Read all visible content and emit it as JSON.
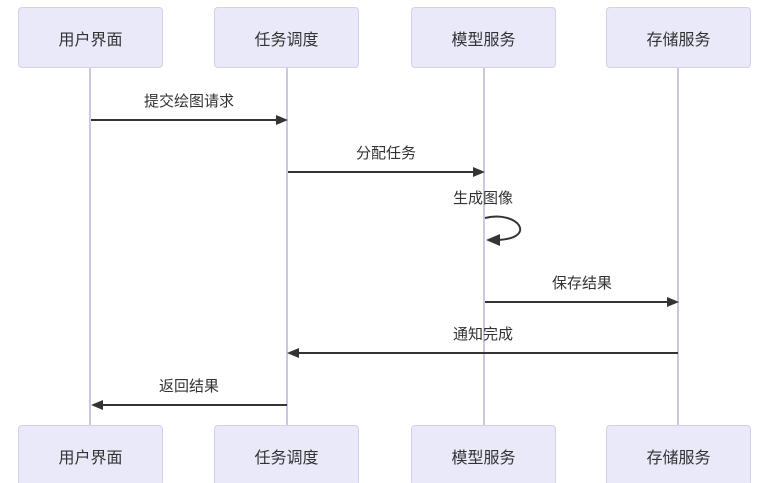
{
  "diagram": {
    "type": "sequence-diagram",
    "colors": {
      "background": "#ffffff",
      "actor_fill": "#e9e9fa",
      "actor_border": "#d2d2ea",
      "lifeline": "#c9c9e2",
      "arrow": "#343434",
      "text": "#333333"
    },
    "actors": [
      {
        "label": "用户界面"
      },
      {
        "label": "任务调度"
      },
      {
        "label": "模型服务"
      },
      {
        "label": "存储服务"
      }
    ],
    "messages": [
      {
        "label": "提交绘图请求",
        "from": "用户界面",
        "to": "任务调度",
        "direction": "right"
      },
      {
        "label": "分配任务",
        "from": "任务调度",
        "to": "模型服务",
        "direction": "right"
      },
      {
        "label": "生成图像",
        "from": "模型服务",
        "to": "模型服务",
        "direction": "self"
      },
      {
        "label": "保存结果",
        "from": "模型服务",
        "to": "存储服务",
        "direction": "right"
      },
      {
        "label": "通知完成",
        "from": "存储服务",
        "to": "任务调度",
        "direction": "left"
      },
      {
        "label": "返回结果",
        "from": "任务调度",
        "to": "用户界面",
        "direction": "left"
      }
    ]
  }
}
